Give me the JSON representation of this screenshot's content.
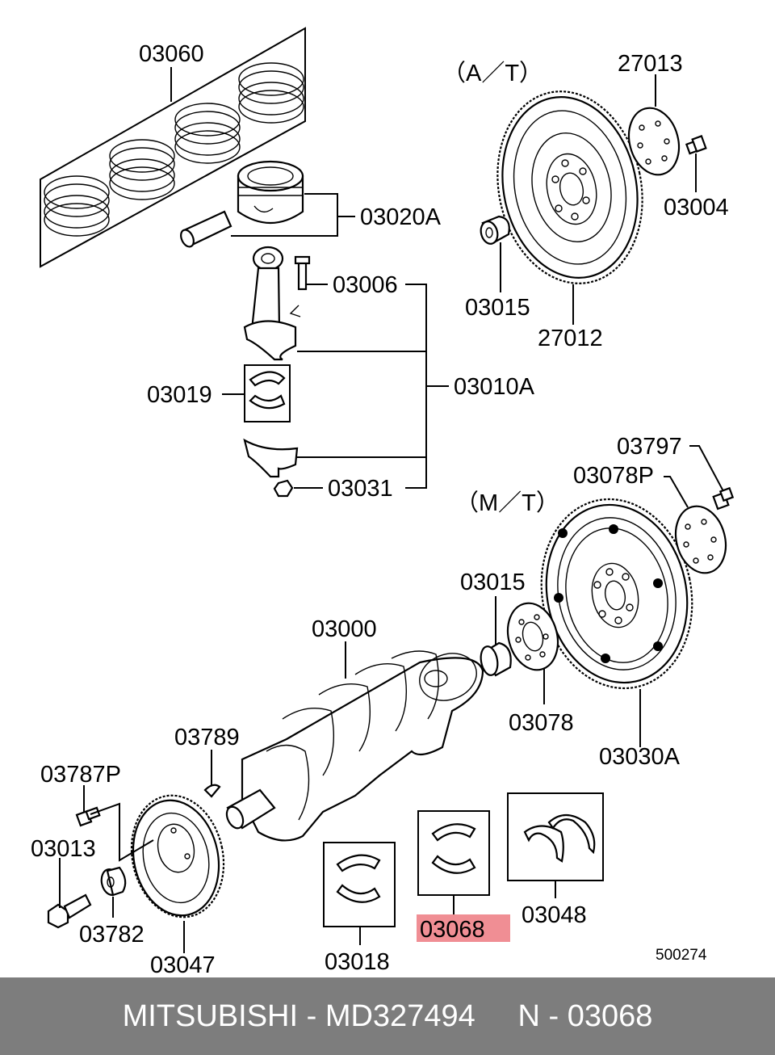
{
  "labels": {
    "p03060": "03060",
    "p03020A": "03020A",
    "p03006": "03006",
    "p03019": "03019",
    "p03010A": "03010A",
    "p03031": "03031",
    "at": "（A／T）",
    "p27013": "27013",
    "p03004": "03004",
    "p03015_at": "03015",
    "p27012": "27012",
    "p03797": "03797",
    "p03078P": "03078P",
    "mt": "（M／T）",
    "p03015_mt": "03015",
    "p03000": "03000",
    "p03078": "03078",
    "p03030A": "03030A",
    "p03789": "03789",
    "p03787P": "03787P",
    "p03013": "03013",
    "p03782": "03782",
    "p03047": "03047",
    "p03018": "03018",
    "p03068": "03068",
    "p03048": "03048",
    "diagram_no": "500274"
  },
  "highlight": {
    "part": "03068",
    "color": "#f08e94"
  },
  "footer": {
    "brand": "MITSUBISHI",
    "sep1": " - ",
    "part_number": "MD327494",
    "gap": "     ",
    "ref": "N - 03068",
    "bg_color": "#7d7d7d"
  }
}
